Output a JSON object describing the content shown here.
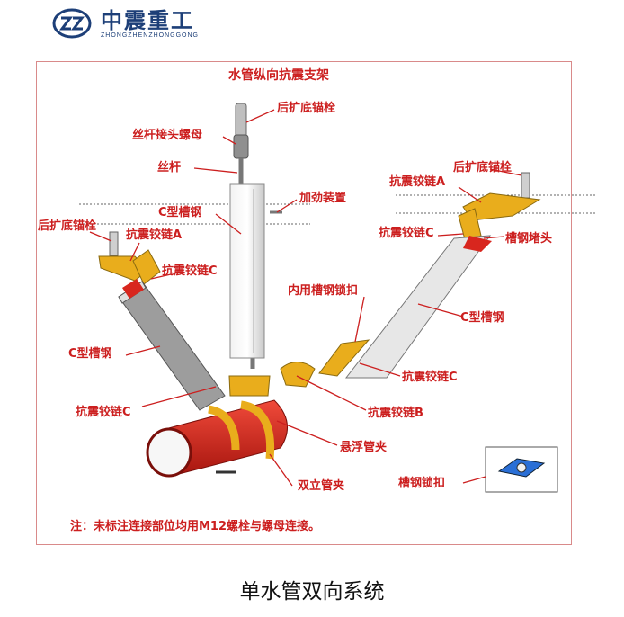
{
  "logo": {
    "name_cn": "中震重工",
    "name_en": "ZHONGZHENZHONGGONG"
  },
  "diagram": {
    "title": "水管纵向抗震支架",
    "note": "注：未标注连接部位均用M12螺栓与螺母连接。",
    "caption": "单水管双向系统",
    "labels": {
      "anchor_top": "后扩底锚栓",
      "rod_nut": "丝杆接头螺母",
      "rod": "丝杆",
      "reinforce": "加劲装置",
      "c_channel_center": "C型槽钢",
      "anchor_left": "后扩底锚栓",
      "hinge_a_left": "抗震铰链A",
      "hinge_c_left_top": "抗震铰链C",
      "c_channel_left": "C型槽钢",
      "hinge_c_left_bottom": "抗震铰链C",
      "anchor_right": "后扩底锚栓",
      "hinge_a_right": "抗震铰链A",
      "hinge_c_right_top": "抗震铰链C",
      "channel_cap": "槽钢堵头",
      "inner_lock": "内用槽钢锁扣",
      "c_channel_right": "C型槽钢",
      "hinge_c_right_bottom": "抗震铰链C",
      "hinge_b": "抗震铰链B",
      "suspend_clamp": "悬浮管夹",
      "double_clamp": "双立管夹",
      "channel_lock": "槽钢锁扣"
    }
  },
  "colors": {
    "label": "#cc1f1f",
    "brace": "#e9ad1c",
    "pipe": "#d8261e",
    "frame": "#d98a8a",
    "logo": "#1d3f78"
  }
}
